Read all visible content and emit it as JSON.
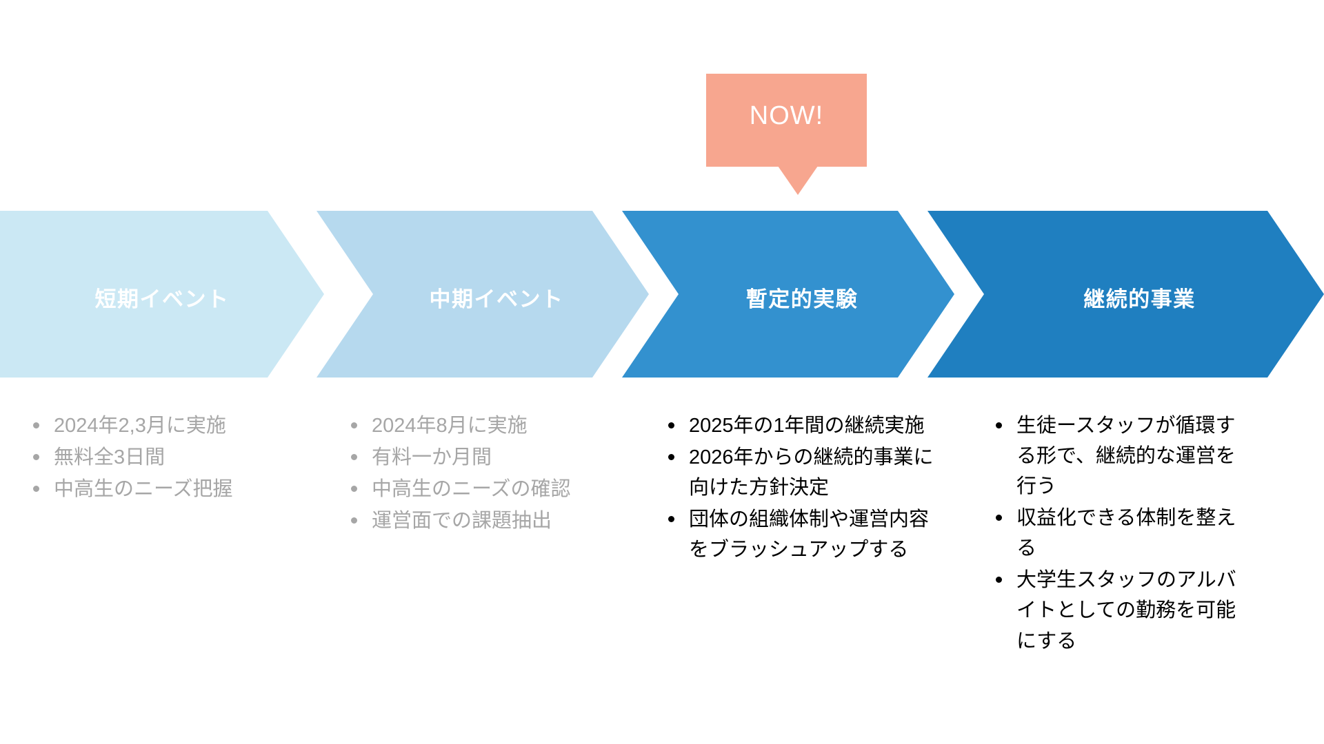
{
  "theme": {
    "background": "#ffffff",
    "stage_colors": [
      "#cbe8f4",
      "#b6d9ee",
      "#3391cf",
      "#1f7fc0"
    ],
    "callout_color": "#f7a68f",
    "past_text_color": "#a6a6a6",
    "current_text_color": "#000000",
    "stage_label_color": "#ffffff"
  },
  "callout": {
    "label": "NOW!",
    "points_to_stage_index": 2
  },
  "process": {
    "stages": [
      {
        "label": "短期イベント",
        "state": "past",
        "bullets": [
          "2024年2,3月に実施",
          "無料全3日間",
          "中高生のニーズ把握"
        ]
      },
      {
        "label": "中期イベント",
        "state": "past",
        "bullets": [
          "2024年8月に実施",
          "有料一か月間",
          "中高生のニーズの確認",
          "運営面での課題抽出"
        ]
      },
      {
        "label": "暫定的実験",
        "state": "current",
        "bullets": [
          "2025年の1年間の継続実施",
          "2026年からの継続的事業に向けた方針決定",
          "団体の組織体制や運営内容をブラッシュアップする"
        ]
      },
      {
        "label": "継続的事業",
        "state": "current",
        "bullets": [
          "生徒ースタッフが循環する形で、継続的な運営を行う",
          "収益化できる体制を整える",
          "大学生スタッフのアルバイトとしての勤務を可能にする"
        ]
      }
    ]
  }
}
